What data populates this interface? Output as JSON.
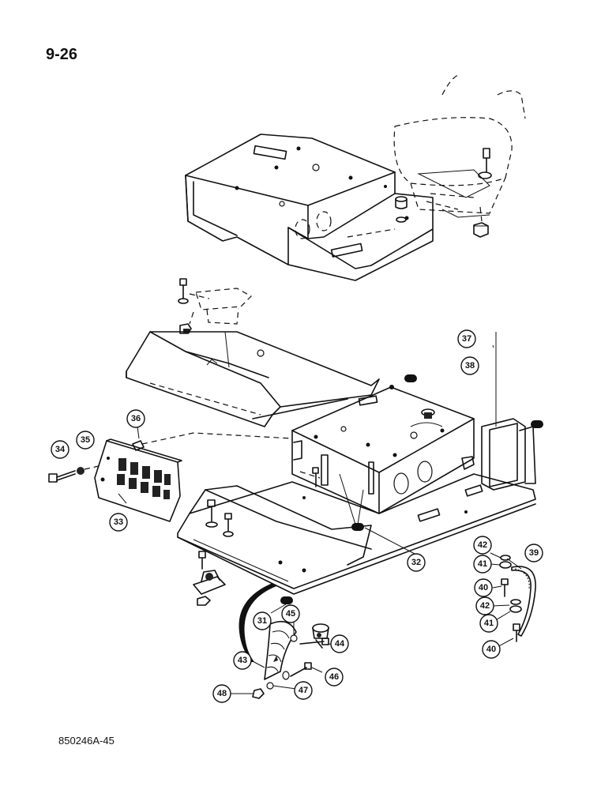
{
  "page_number": "9-26",
  "drawing_code": "850246A-45",
  "callouts": {
    "c31": "31",
    "c32": "32",
    "c33": "33",
    "c34": "34",
    "c35": "35",
    "c36": "36",
    "c37": "37",
    "c38": "38",
    "c39": "39",
    "c40a": "40",
    "c40b": "40",
    "c41a": "41",
    "c41b": "41",
    "c42a": "42",
    "c42b": "42",
    "c43": "43",
    "c44": "44",
    "c45": "45",
    "c46": "46",
    "c47": "47",
    "c48": "48"
  }
}
